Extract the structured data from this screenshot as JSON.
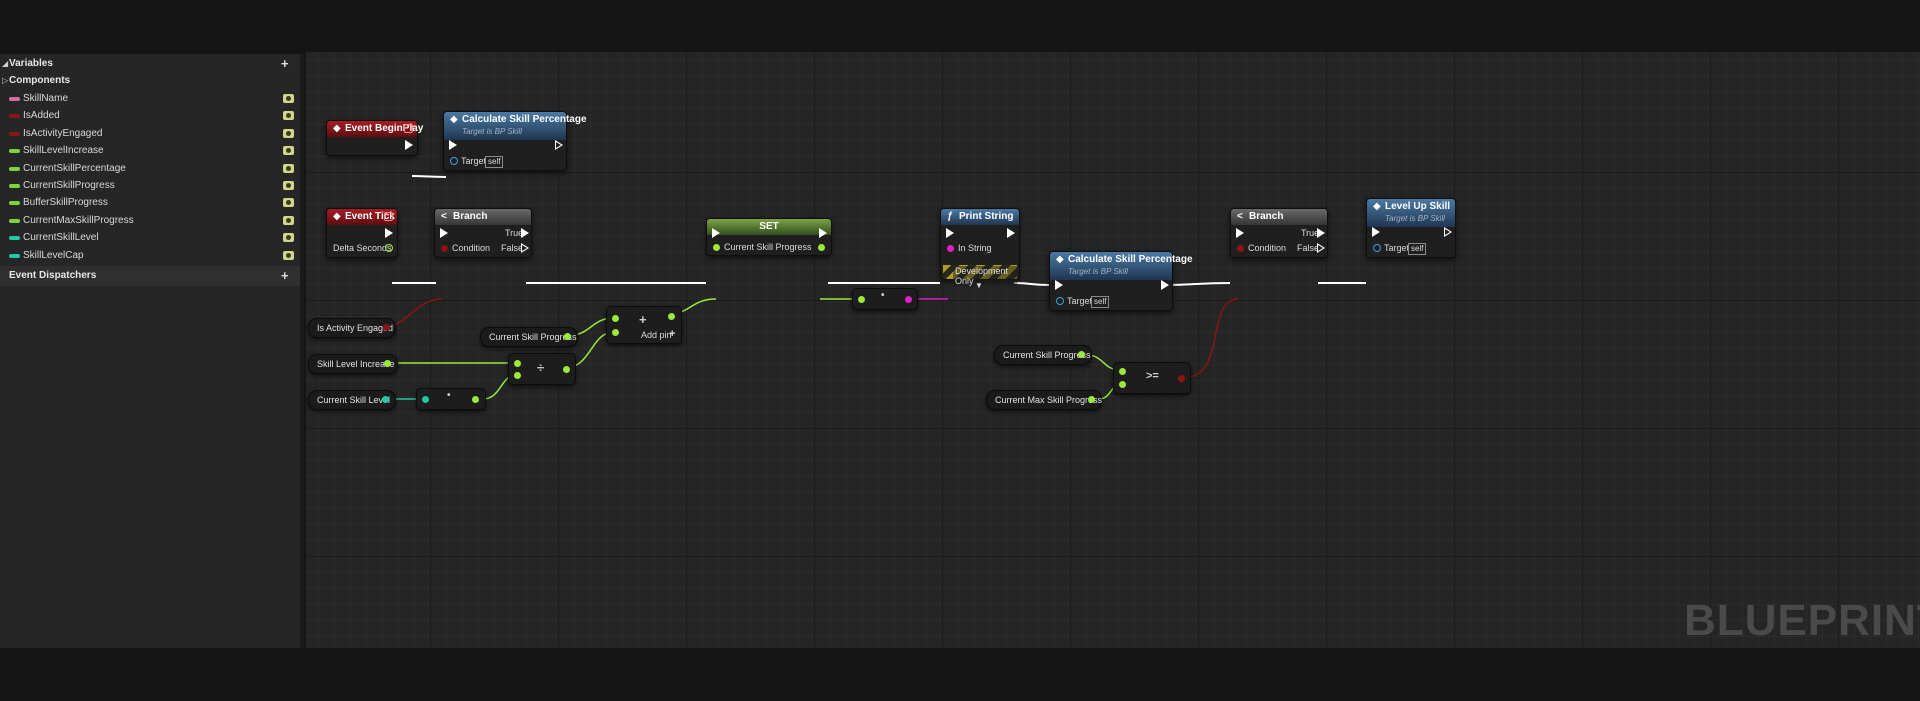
{
  "sidebar": {
    "variables_header": "Variables",
    "components_header": "Components",
    "event_dispatchers_header": "Event Dispatchers",
    "variables": [
      {
        "name": "SkillName",
        "color": "#d96ba0"
      },
      {
        "name": "IsAdded",
        "color": "#8c1414"
      },
      {
        "name": "IsActivityEngaged",
        "color": "#8c1414"
      },
      {
        "name": "SkillLevelIncrease",
        "color": "#7ed23a"
      },
      {
        "name": "CurrentSkillPercentage",
        "color": "#7ed23a"
      },
      {
        "name": "CurrentSkillProgress",
        "color": "#7ed23a"
      },
      {
        "name": "BufferSkillProgress",
        "color": "#7ed23a"
      },
      {
        "name": "CurrentMaxSkillProgress",
        "color": "#7ed23a"
      },
      {
        "name": "CurrentSkillLevel",
        "color": "#1fc9a3"
      },
      {
        "name": "SkillLevelCap",
        "color": "#1fc9a3"
      }
    ]
  },
  "graph": {
    "watermark": "BLUEPRINT",
    "nodes": {
      "event_beginplay": {
        "title": "Event BeginPlay"
      },
      "calc_skill_1": {
        "title": "Calculate Skill Percentage",
        "subtitle": "Target is BP Skill",
        "target_label": "Target",
        "target_value": "self"
      },
      "event_tick": {
        "title": "Event Tick",
        "delta_label": "Delta Seconds"
      },
      "branch_1": {
        "title": "Branch",
        "condition_label": "Condition",
        "true_label": "True",
        "false_label": "False"
      },
      "set_node": {
        "title": "SET",
        "pin_label": "Current Skill Progress"
      },
      "print_string": {
        "title": "Print String",
        "in_string_label": "In String",
        "dev_only_label": "Development Only"
      },
      "calc_skill_2": {
        "title": "Calculate Skill Percentage",
        "subtitle": "Target is BP Skill",
        "target_label": "Target",
        "target_value": "self"
      },
      "branch_2": {
        "title": "Branch",
        "condition_label": "Condition",
        "true_label": "True",
        "false_label": "False"
      },
      "level_up": {
        "title": "Level Up Skill",
        "subtitle": "Target is BP Skill",
        "target_label": "Target",
        "target_value": "self"
      },
      "add_node": {
        "add_pin_label": "Add pin"
      }
    },
    "getters": {
      "is_activity_engaged": "Is Activity Engaged",
      "current_skill_progress_1": "Current Skill Progress",
      "skill_level_increase": "Skill Level Increase",
      "current_skill_level": "Current Skill Level",
      "current_skill_progress_2": "Current Skill Progress",
      "current_max_skill_progress": "Current Max Skill Progress"
    },
    "operators": {
      "add": "+",
      "divide": "÷",
      "gte": ">=",
      "convert_1": "•",
      "convert_2": "•"
    }
  },
  "colors": {
    "exec": "#ffffff",
    "float": "#9bea3a",
    "bool": "#8c1414",
    "int": "#1fc9a3",
    "string": "#e020c8",
    "object": "#3aa4e0"
  }
}
